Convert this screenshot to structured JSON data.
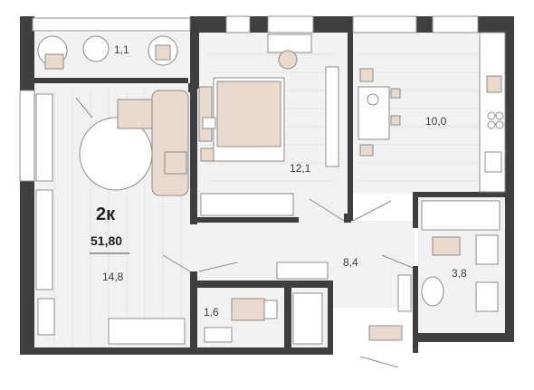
{
  "apartment": {
    "rooms_label": "2к",
    "total_area": "51,80"
  },
  "rooms": {
    "balcony": "1,1",
    "bedroom": "12,1",
    "kitchen": "10,0",
    "living": "14,8",
    "hall": "8,4",
    "bathroom": "3,8",
    "toilet": "1,6"
  },
  "colors": {
    "wall": "#3f3f3f",
    "floor": "#f1f1f1",
    "furniture": "#e8d9cc",
    "window": "#ffffff",
    "line": "#8c8c8c"
  }
}
